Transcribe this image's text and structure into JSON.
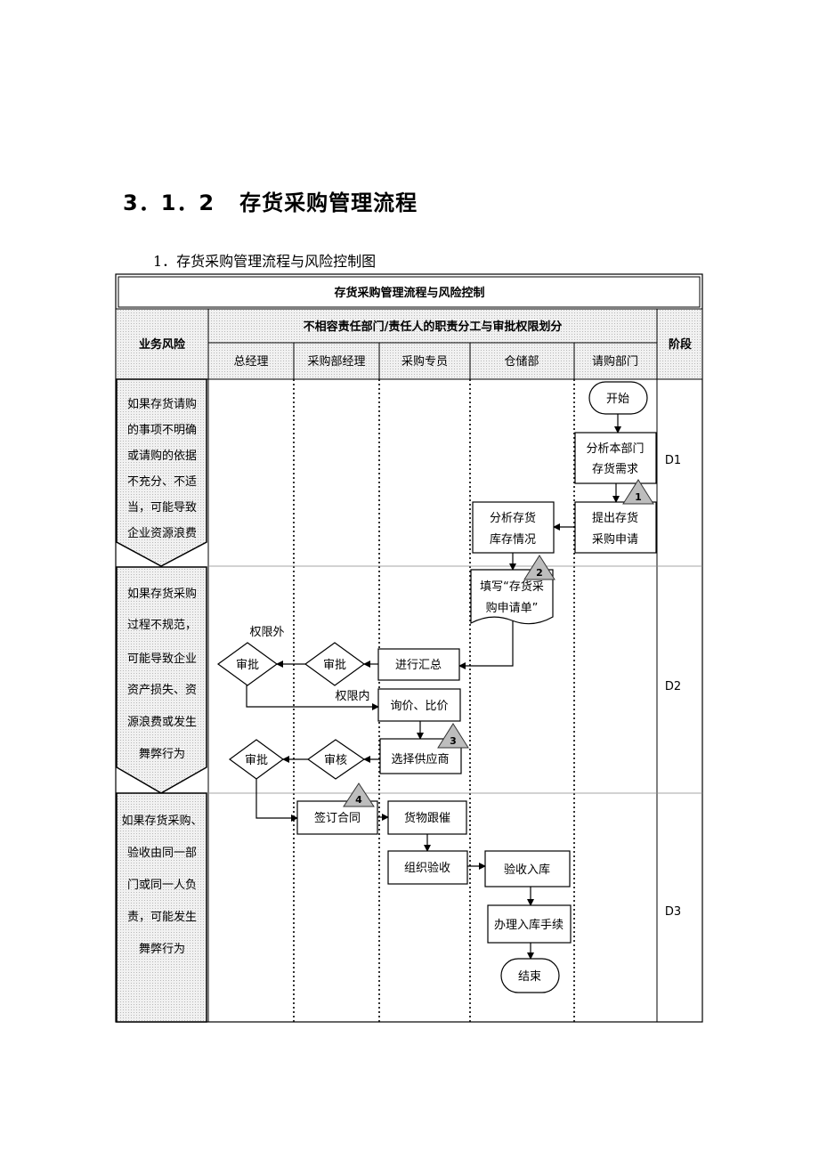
{
  "section": {
    "number": "3．1．2",
    "title": "存货采购管理流程"
  },
  "caption": "1．存货采购管理流程与风险控制图",
  "table": {
    "title": "存货采购管理流程与风险控制",
    "risk_header": "业务风险",
    "dept_header": "不相容责任部门/责任人的职责分工与审批权限划分",
    "stage_header": "阶段",
    "lanes": [
      "总经理",
      "采购部经理",
      "采购专员",
      "仓储部",
      "请购部门"
    ],
    "risks": [
      [
        "如果存货请购",
        "的事项不明确",
        "或请购的依据",
        "不充分、不适",
        "当，可能导致",
        "企业资源浪费"
      ],
      [
        "如果存货采购",
        "过程不规范，",
        "可能导致企业",
        "资产损失、资",
        "源浪费或发生",
        "舞弊行为"
      ],
      [
        "如果存货采购、",
        "验收由同一部",
        "门或同一人负",
        "责，可能发生",
        "舞弊行为"
      ]
    ],
    "stages": [
      "D1",
      "D2",
      "D3"
    ]
  },
  "flow": {
    "start": "开始",
    "analyze_need": [
      "分析本部门",
      "存货需求"
    ],
    "submit_request": [
      "提出存货",
      "采购申请"
    ],
    "analyze_stock": [
      "分析存货",
      "库存情况"
    ],
    "fill_form": [
      "填写“存货采",
      "购申请单”"
    ],
    "summarize": "进行汇总",
    "approve_1": "审批",
    "approve_gm_1": "审批",
    "outside_authority": "权限外",
    "within_authority": "权限内",
    "inquiry": "询价、比价",
    "select_supplier": "选择供应商",
    "review": "审核",
    "approve_gm_2": "审批",
    "sign_contract": "签订合同",
    "follow_up": "货物跟催",
    "organize_inspection": "组织验收",
    "receive_storage": "验收入库",
    "storage_procedure": "办理入库手续",
    "end": "结束"
  },
  "control_points": [
    "1",
    "2",
    "3",
    "4"
  ]
}
